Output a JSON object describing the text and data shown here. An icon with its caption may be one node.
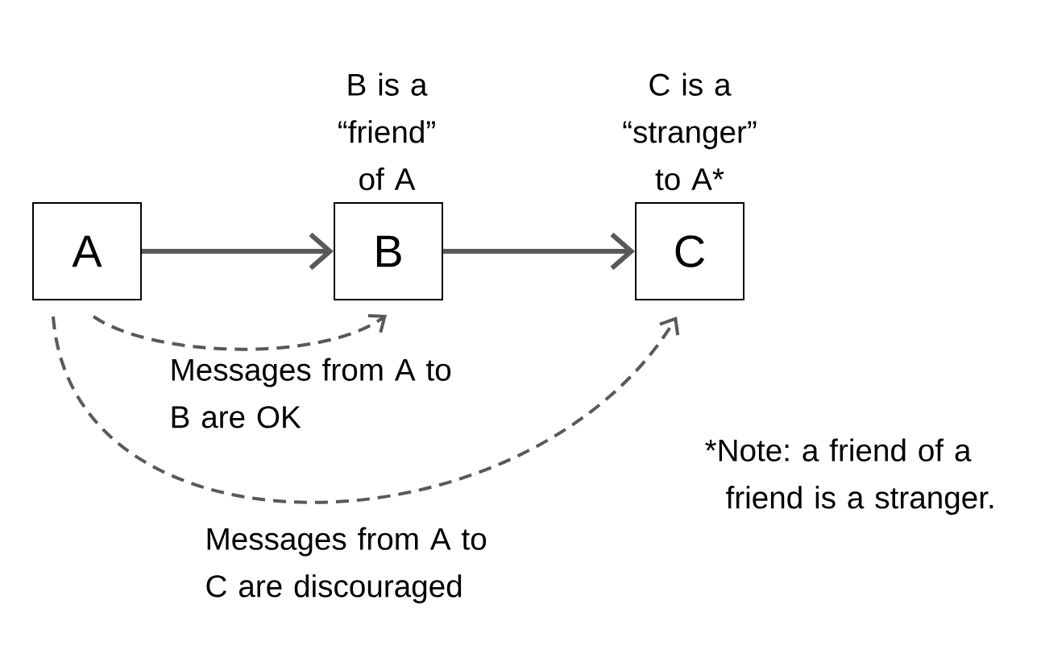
{
  "diagram": {
    "nodes": [
      {
        "text": [
          "A"
        ]
      },
      {
        "text": [
          "B"
        ],
        "beside": [
          "B is a “friend” of A"
        ]
      },
      {
        "text": [
          "C"
        ],
        "beside": [
          "C is a “stranger” to A*"
        ]
      }
    ],
    "edges": [
      {
        "from": 0,
        "to": 1,
        "arrow": "to"
      },
      {
        "from": 1,
        "to": 2,
        "arrow": "to"
      },
      {
        "from": 0,
        "to": 1,
        "arrow": "to",
        "style": "dashed",
        "label": "Messages from A to B are OK"
      },
      {
        "from": 0,
        "to": 2,
        "arrow": "to",
        "style": "dashed",
        "label": "Messages from A to C are discouraged"
      }
    ],
    "labels": [
      "*Note: a friend of a friend is a stranger."
    ]
  }
}
